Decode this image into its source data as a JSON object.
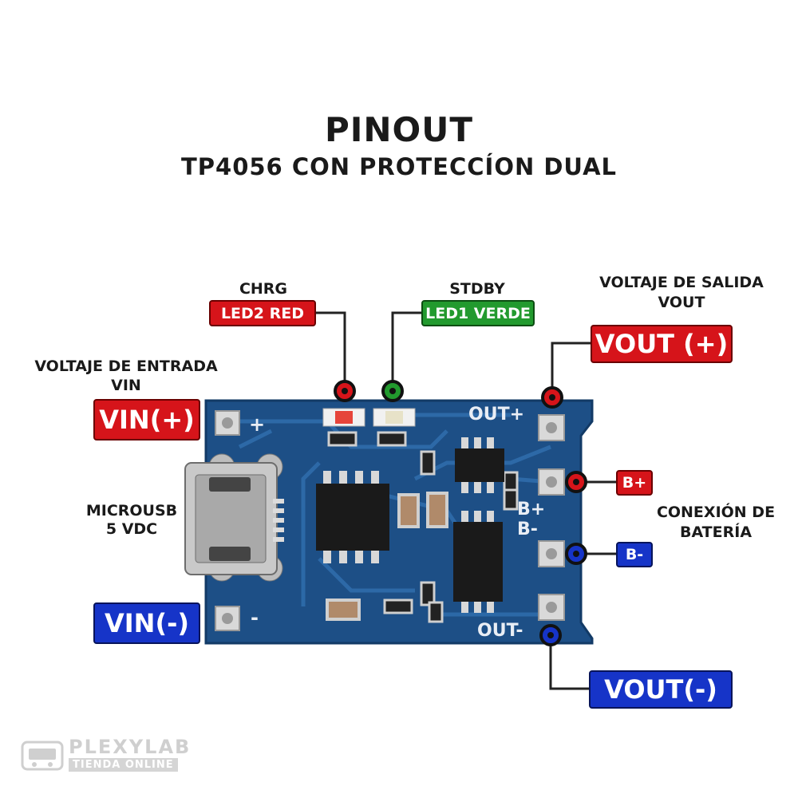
{
  "title": "PINOUT",
  "subtitle": "TP4056 CON PROTECCÍON DUAL",
  "labels": {
    "chrg": "CHRG",
    "stdby": "STDBY",
    "vout_heading_1": "VOLTAJE DE SALIDA",
    "vout_heading_2": "VOUT",
    "vin_heading_1": "VOLTAJE DE ENTRADA",
    "vin_heading_2": "VIN",
    "micro_1": "MICROUSB",
    "micro_2": "5 VDC",
    "battery_1": "CONEXIÓN DE",
    "battery_2": "BATERÍA"
  },
  "tags": {
    "led2": "LED2 RED",
    "led1": "LED1 VERDE",
    "vin_plus": "VIN(+)",
    "vin_minus": "VIN(-)",
    "vout_plus": "VOUT (+)",
    "vout_minus": "VOUT(-)",
    "b_plus": "B+",
    "b_minus": "B-"
  },
  "board_silkscreen": {
    "plus": "+",
    "minus": "-",
    "out_plus": "OUT+",
    "out_minus": "OUT-",
    "b_plus": "B+",
    "b_minus": "B-"
  },
  "watermark": {
    "brand": "PLEXYLAB",
    "sub": "TIENDA ONLINE"
  },
  "colors": {
    "red": "#d6141a",
    "green": "#229a2e",
    "blue": "#1634c8",
    "pcb": "#1d4f86"
  }
}
